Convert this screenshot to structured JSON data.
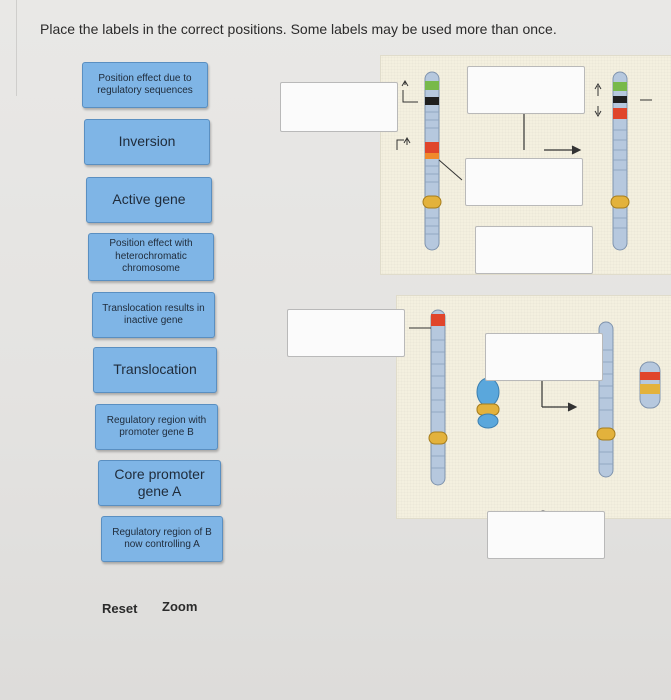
{
  "instruction": "Place the labels in the correct positions. Some labels may be used more than once.",
  "labels": [
    "Position effect due to regulatory sequences",
    "Inversion",
    "Active gene",
    "Position effect with heterochromatic chromosome",
    "Translocation results in inactive gene",
    "Translocation",
    "Regulatory region with promoter gene B",
    "Core promoter gene A",
    "Regulatory region of B now controlling A"
  ],
  "actions": {
    "reset": "Reset",
    "zoom": "Zoom"
  },
  "colors": {
    "tile": "#7fb5e6",
    "chromosome": "#b6c8de",
    "centromere": "#e3b23c",
    "gene_red": "#e0452b",
    "gene_green": "#78b94a",
    "panel": "#f4f0df"
  }
}
